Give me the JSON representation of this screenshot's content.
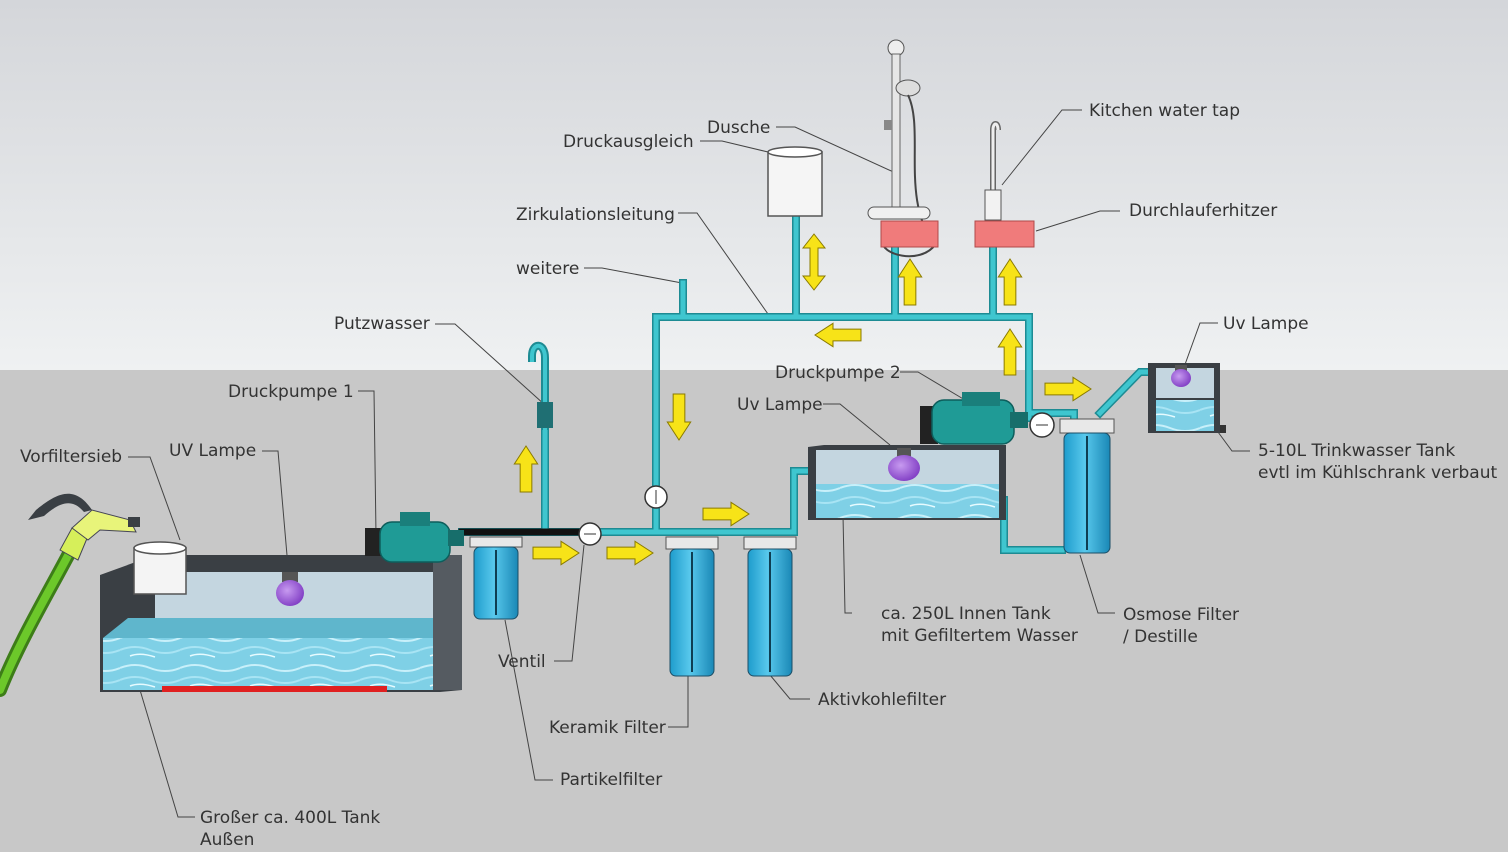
{
  "labels": {
    "vorfiltersieb": "Vorfiltersieb",
    "uv_lampe_1": "UV Lampe",
    "druckpumpe_1": "Druckpumpe 1",
    "putzwasser": "Putzwasser",
    "weitere": "weitere",
    "zirkulationsleitung": "Zirkulationsleitung",
    "druckausgleich": "Druckausgleich",
    "dusche": "Dusche",
    "kitchen_water_tap": "Kitchen water tap",
    "durchlauferhitzer": "Durchlauferhitzer",
    "uv_lampe_3": "Uv Lampe",
    "druckpumpe_2": "Druckpumpe 2",
    "uv_lampe_2": "Uv Lampe",
    "trinkwasser_tank_line1": "5-10L Trinkwasser Tank",
    "trinkwasser_tank_line2": "evtl im Kühlschrank verbaut",
    "ventil": "Ventil",
    "innen_tank_line1": "ca. 250L Innen Tank",
    "innen_tank_line2": "mit Gefiltertem Wasser",
    "osmose_line1": "Osmose Filter",
    "osmose_line2": "/ Destille",
    "aktivkohlefilter": "Aktivkohlefilter",
    "keramik_filter": "Keramik Filter",
    "partikelfilter": "Partikelfilter",
    "grosser_tank_line1": "Großer ca. 400L Tank",
    "grosser_tank_line2": "Außen"
  },
  "colors": {
    "sky_top": "#d6d8dc",
    "sky_bottom": "#eef0f1",
    "ground": "#c8c8c8",
    "pipe": "#3cc3cc",
    "pipe_edge": "#1d8b93",
    "arrow": "#f7e318",
    "heater": "#f07b7b",
    "water": "#7fd4ea",
    "pump": "#1f9b96",
    "lamp": "#8d4ad1",
    "hose": "#55aa22",
    "drain": "#e02020"
  }
}
